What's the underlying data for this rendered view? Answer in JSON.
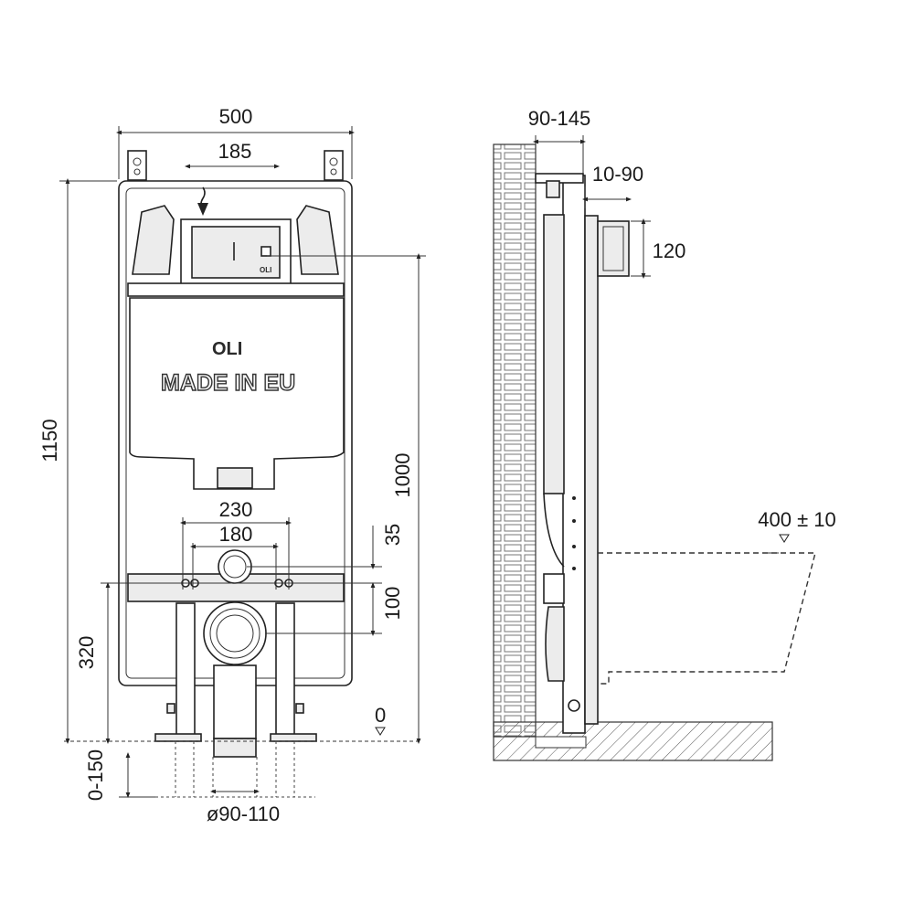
{
  "front_view": {
    "width_total": "500",
    "width_flush": "185",
    "height_total": "1150",
    "height_flush": "1000",
    "brand_logo": "OLI",
    "brand_small": "OLI",
    "made_in": "MADE IN EU",
    "bolt_spacing_outer": "230",
    "bolt_spacing_inner": "180",
    "dim_35": "35",
    "dim_100": "100",
    "dim_320": "320",
    "floor_level": "0",
    "floor_adjust": "0-150",
    "drain_diameter": "ø90-110"
  },
  "side_view": {
    "depth_wall": "90-145",
    "depth_front": "10-90",
    "dim_120": "120",
    "bowl_height": "400 ± 10"
  }
}
